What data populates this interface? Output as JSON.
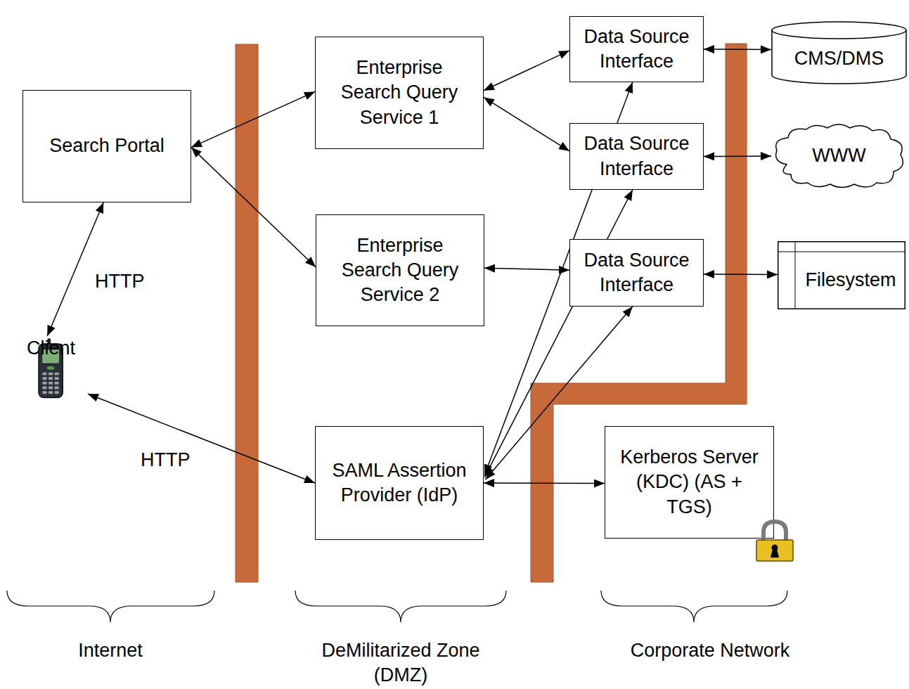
{
  "diagram": {
    "nodes": [
      {
        "text": [
          "Search Portal"
        ]
      },
      {
        "text": [
          "Enterprise Search Query Service 1"
        ]
      },
      {
        "text": [
          "Data Source Interface"
        ]
      },
      {
        "text": [
          "CMS/DMS"
        ]
      },
      {
        "text": [
          "Data Source Interface"
        ]
      },
      {
        "text": [
          "WWW"
        ]
      },
      {
        "text": [
          "Enterprise Search Query Service 2"
        ]
      },
      {
        "text": [
          "Data Source Interface"
        ]
      },
      {
        "text": [
          "Filesystem"
        ]
      },
      {
        "text": [
          "Client"
        ]
      },
      {
        "text": [
          "SAML Assertion Provider (IdP)"
        ]
      },
      {
        "text": [
          "Kerberos Server (KDC) (AS + TGS)"
        ]
      }
    ],
    "edges": [
      {
        "from": 0,
        "to": 1,
        "arrow": "both"
      },
      {
        "from": 0,
        "to": 6,
        "arrow": "both"
      },
      {
        "from": 0,
        "to": 9,
        "label": "HTTP",
        "arrow": "both"
      },
      {
        "from": 9,
        "to": 10,
        "label": "HTTP",
        "arrow": "both"
      },
      {
        "from": 1,
        "to": 2,
        "arrow": "both"
      },
      {
        "from": 1,
        "to": 4,
        "arrow": "both"
      },
      {
        "from": 6,
        "to": 7,
        "arrow": "both"
      },
      {
        "from": 2,
        "to": 3,
        "arrow": "both"
      },
      {
        "from": 4,
        "to": 5,
        "arrow": "both"
      },
      {
        "from": 7,
        "to": 8,
        "arrow": "both"
      },
      {
        "from": 10,
        "to": 11,
        "arrow": "both"
      },
      {
        "from": 10,
        "to": 2,
        "arrow": "both"
      },
      {
        "from": 10,
        "to": 4,
        "arrow": "both"
      },
      {
        "from": 10,
        "to": 7,
        "arrow": "both"
      }
    ],
    "labels": [
      "Internet",
      "DeMilitarized Zone (DMZ)",
      "Corporate Network"
    ]
  }
}
